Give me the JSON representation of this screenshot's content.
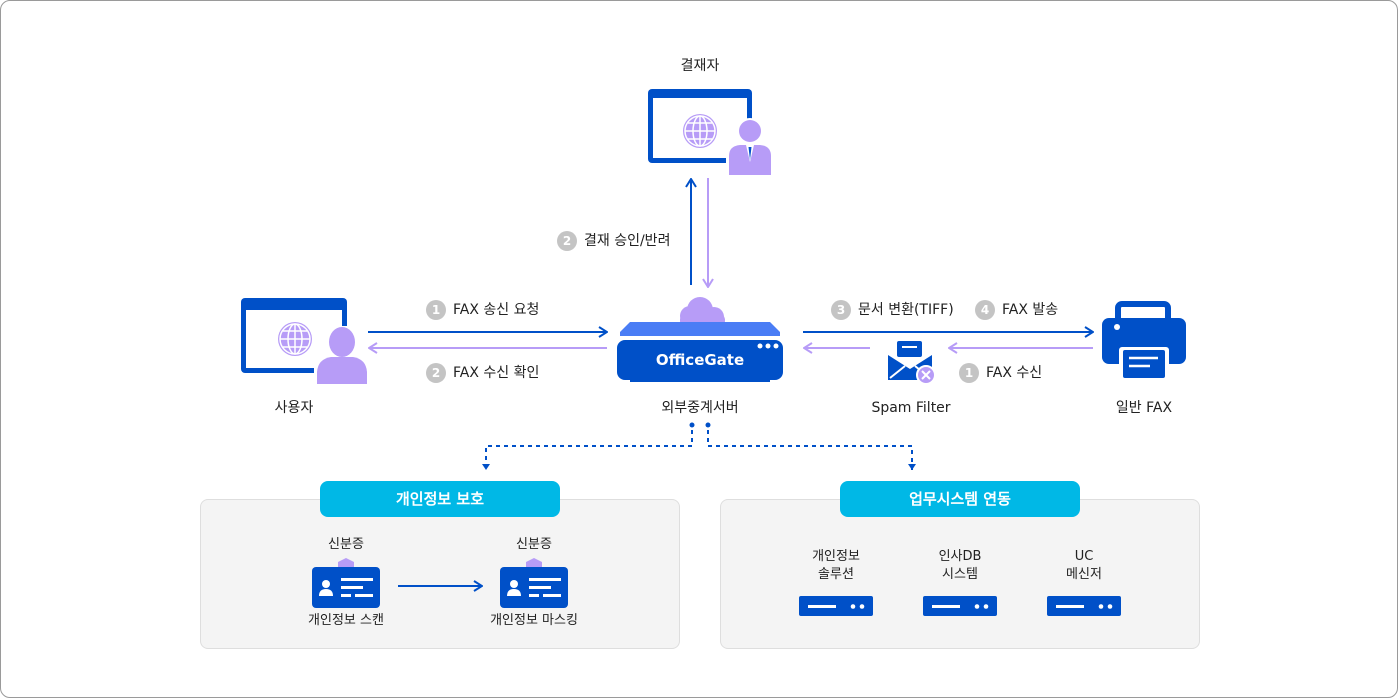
{
  "colors": {
    "primary": "#0050c8",
    "accent_blue": "#4a7df5",
    "purple": "#b79cf7",
    "cyan": "#00b8e6",
    "gray_badge": "#c4c4c4",
    "panel_bg": "#f4f4f4"
  },
  "nodes": {
    "approver": {
      "label": "결재자",
      "icon": "browser-with-user-icon"
    },
    "user": {
      "label": "사용자",
      "icon": "browser-with-user-icon"
    },
    "server": {
      "brand": "OfficeGate",
      "label": "외부중계서버",
      "icon": "server-cloud-icon"
    },
    "spam": {
      "label": "Spam Filter",
      "icon": "mail-block-icon"
    },
    "fax": {
      "label": "일반 FAX",
      "icon": "printer-icon"
    }
  },
  "steps": {
    "approve": {
      "num": "2",
      "text": "결재 승인/반려"
    },
    "send_request": {
      "num": "1",
      "text": "FAX 송신 요청"
    },
    "receive_confirm": {
      "num": "2",
      "text": "FAX 수신 확인"
    },
    "convert": {
      "num": "3",
      "text": "문서 변환(TIFF)"
    },
    "dispatch": {
      "num": "4",
      "text": "FAX 발송"
    },
    "receive": {
      "num": "1",
      "text": "FAX 수신"
    }
  },
  "privacy_panel": {
    "title": "개인정보 보호",
    "items": [
      {
        "top": "신분증",
        "bottom": "개인정보 스캔"
      },
      {
        "top": "신분증",
        "bottom": "개인정보 마스킹"
      }
    ]
  },
  "biz_panel": {
    "title": "업무시스템 연동",
    "items": [
      {
        "line1": "개인정보",
        "line2": "솔루션"
      },
      {
        "line1": "인사DB",
        "line2": "시스템"
      },
      {
        "line1": "UC",
        "line2": "메신저"
      }
    ]
  }
}
